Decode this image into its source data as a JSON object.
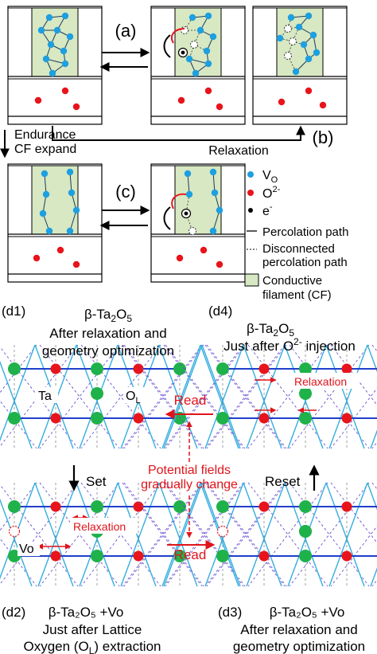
{
  "labels": {
    "a": "(a)",
    "b": "(b)",
    "c": "(c)",
    "endurance_line1": "Endurance",
    "endurance_line2": "CF expand",
    "relaxation": "Relaxation"
  },
  "legend": {
    "vo": "V",
    "vo_sub": "O",
    "o2": "O",
    "o2_sup": "2-",
    "e": "e",
    "e_sup": "-",
    "percolation": "Percolation path",
    "disconnected_line1": "Disconnected",
    "disconnected_line2": "percolation path",
    "cf_line1": "Conductive",
    "cf_line2": "filament (CF)"
  },
  "panels": {
    "d1": {
      "tag": "(d1)",
      "beta": "β-Ta",
      "sub2": "2",
      "o": "O",
      "sub5": "5",
      "line2": "After relaxation and",
      "line3": "geometry optimization",
      "ta": "Ta",
      "ol": "O",
      "ol_sub": "L"
    },
    "d2": {
      "tag": "(d2)",
      "title": "β-Ta₂O₅ +Vo",
      "line2": "Just after Lattice",
      "line3": "Oxygen (O",
      "line3_sub": "L",
      "line3_end": ") extraction",
      "vo": "Vo",
      "relaxation": "Relaxation"
    },
    "d3": {
      "tag": "(d3)",
      "title": "β-Ta₂O₅ +Vo",
      "line2": "After relaxation and",
      "line3": "geometry optimization"
    },
    "d4": {
      "tag": "(d4)",
      "beta": "β-Ta",
      "sub2": "2",
      "o": "O",
      "sub5": "5",
      "line2a": "Just after O",
      "line2_sup": "2-",
      "line2b": " injection",
      "relaxation": "Relaxation"
    }
  },
  "arrows": {
    "set": "Set",
    "reset": "Reset",
    "read_top": "Read",
    "read_bottom": "Read",
    "potential_line1": "Potential fields",
    "potential_line2": "gradually change"
  },
  "colors": {
    "vo": "#1e9fe0",
    "o2": "#e8141b",
    "ta": "#20b24a",
    "lattice_blue": "#1f3fcc",
    "lattice_cyan": "#35aee0",
    "cf_fill": "#d7e8c2",
    "accent_red": "#e0141b"
  }
}
